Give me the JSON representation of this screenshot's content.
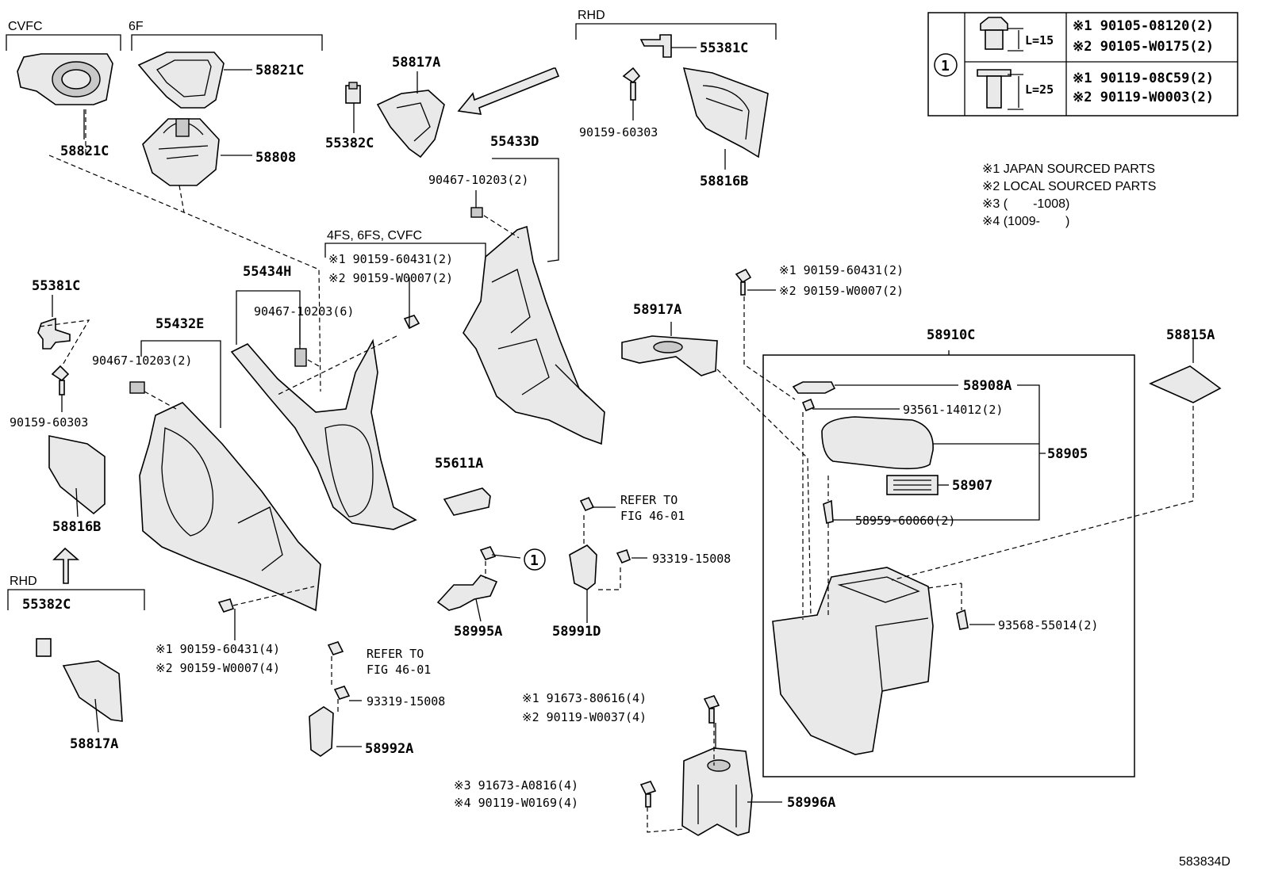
{
  "labels": {
    "cvfc": "CVFC",
    "f6": "6F",
    "rhd_top": "RHD",
    "rhd_left": "RHD",
    "fs_group": "4FS, 6FS, CVFC",
    "p58821c_a": "58821C",
    "p58821c_b": "58821C",
    "p58808": "58808",
    "p58817a_top": "58817A",
    "p55382c_top": "55382C",
    "p55381c_top": "55381C",
    "p90159_60303_top": "90159-60303",
    "p58816b_top": "58816B",
    "p55433d": "55433D",
    "p90467_10203_2a": "90467-10203(2)",
    "p90159_60431_2a": "※1 90159-60431(2)",
    "p90159_w0007_2a": "※2 90159-W0007(2)",
    "p55434h": "55434H",
    "p90467_10203_6": "90467-10203(6)",
    "p55432e": "55432E",
    "p90467_10203_2b": "90467-10203(2)",
    "p55381c_left": "55381C",
    "p90159_60303_left": "90159-60303",
    "p58816b_left": "58816B",
    "p55382c_left": "55382C",
    "p58817a_left": "58817A",
    "p90159_60431_4": "※1 90159-60431(4)",
    "p90159_w0007_4": "※2 90159-W0007(4)",
    "p55611a": "55611A",
    "refer1_a": "REFER TO",
    "refer1_b": "FIG 46-01",
    "refer2_a": "REFER TO",
    "refer2_b": "FIG 46-01",
    "p93319_15008_a": "93319-15008",
    "p93319_15008_b": "93319-15008",
    "p58995a": "58995A",
    "p58991d": "58991D",
    "p58992a": "58992A",
    "circle_one": "1",
    "p58917a": "58917A",
    "p90159_60431_2b": "※1 90159-60431(2)",
    "p90159_w0007_2b": "※2 90159-W0007(2)",
    "p58910c": "58910C",
    "p58815a": "58815A",
    "p58908a": "58908A",
    "p93561_14012": "93561-14012(2)",
    "p58905": "58905",
    "p58907": "58907",
    "p58959_60060": "58959-60060(2)",
    "p93568_55014": "93568-55014(2)",
    "p91673_80616": "※1 91673-80616(4)",
    "p90119_w0037": "※2 90119-W0037(4)",
    "p91673_a0816": "※3 91673-A0816(4)",
    "p90119_w0169": "※4 90119-W0169(4)",
    "p58996a": "58996A",
    "diagram_id": "583834D"
  },
  "bolt_table": {
    "index": "1",
    "row1": {
      "length": "L=15",
      "line1": "※1 90105-08120(2)",
      "line2": "※2 90105-W0175(2)"
    },
    "row2": {
      "length": "L=25",
      "line1": "※1 90119-08C59(2)",
      "line2": "※2 90119-W0003(2)"
    }
  },
  "notes": {
    "n1": "※1 JAPAN SOURCED PARTS",
    "n2": "※2 LOCAL SOURCED PARTS",
    "n3": "※3 (　　-1008)",
    "n4": "※4 (1009-　　)"
  }
}
